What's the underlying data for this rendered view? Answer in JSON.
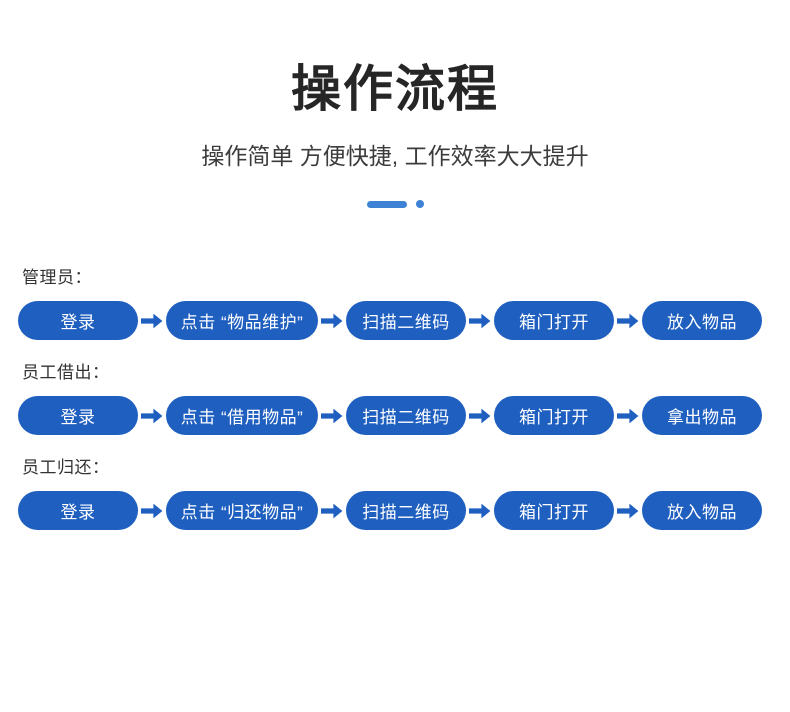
{
  "header": {
    "title": "操作流程",
    "subtitle": "操作简单  方便快捷, 工作效率大大提升",
    "decoration": {
      "bar_color": "#3d82d4",
      "dot_color": "#3d82d4"
    }
  },
  "theme": {
    "pill_color": "#1f5fc0",
    "pill_text_color": "#ffffff",
    "arrow_color": "#1f5fc0",
    "title_color": "#262626",
    "label_color": "#333333"
  },
  "flows": [
    {
      "label": "管理员：",
      "steps": [
        "登录",
        "点击 “物品维护”",
        "扫描二维码",
        "箱门打开",
        "放入物品"
      ]
    },
    {
      "label": "员工借出：",
      "steps": [
        "登录",
        "点击 “借用物品”",
        "扫描二维码",
        "箱门打开",
        "拿出物品"
      ]
    },
    {
      "label": "员工归还：",
      "steps": [
        "登录",
        "点击 “归还物品”",
        "扫描二维码",
        "箱门打开",
        "放入物品"
      ]
    }
  ]
}
